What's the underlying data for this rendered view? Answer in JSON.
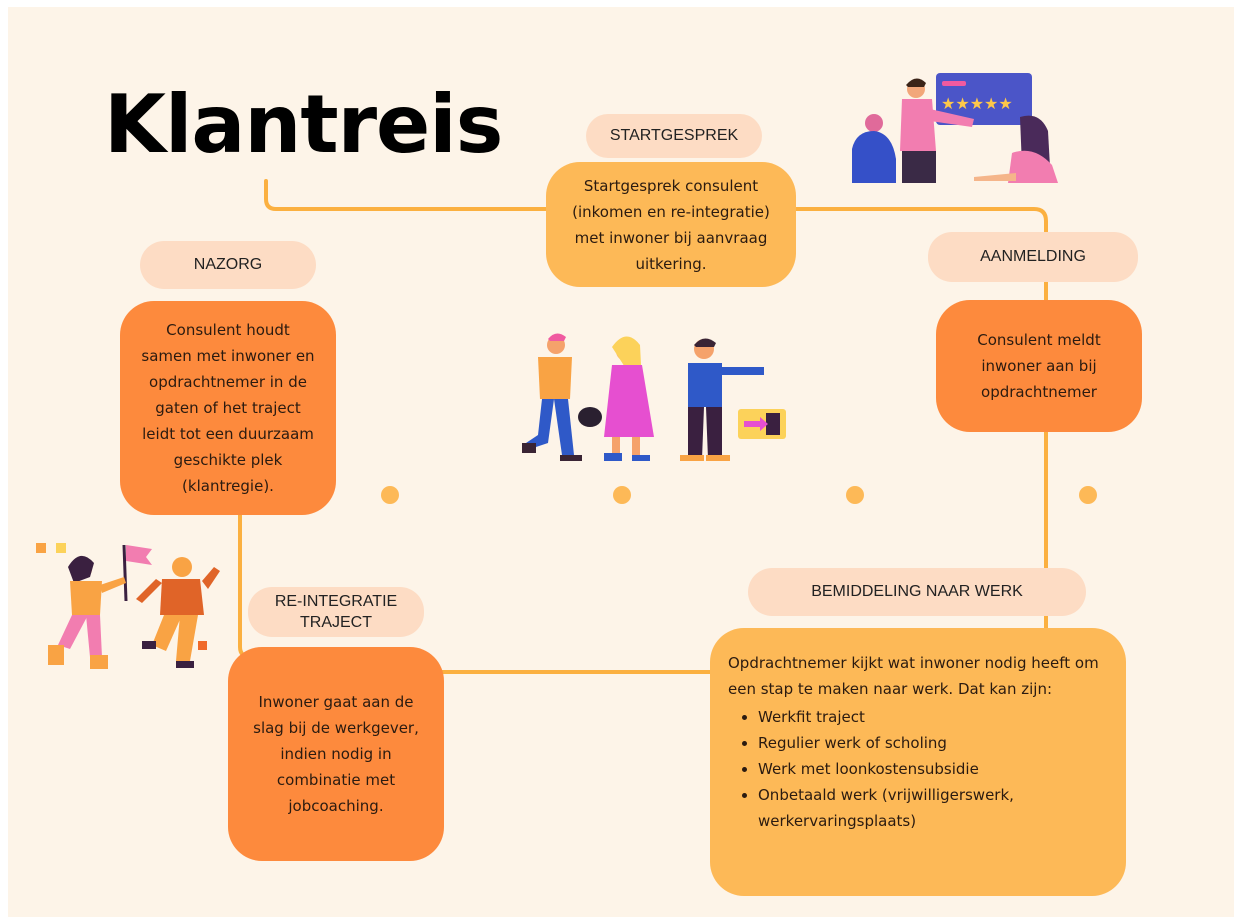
{
  "title": "Klantreis",
  "colors": {
    "background": "#fdf4e8",
    "pill": "#fddcc4",
    "box_light": "#fdb957",
    "box_dark": "#fd8a3d",
    "line": "#fbb040"
  },
  "steps": {
    "startgesprek": {
      "label": "STARTGESPREK",
      "text": "Startgesprek consulent (inkomen en re-integratie) met inwoner bij aanvraag uitkering."
    },
    "aanmelding": {
      "label": "AANMELDING",
      "text": "Consulent meldt inwoner aan bij opdrachtnemer"
    },
    "bemiddeling": {
      "label": "BEMIDDELING NAAR WERK",
      "intro": "Opdrachtnemer kijkt wat inwoner nodig heeft om een stap te maken naar werk. Dat kan zijn:",
      "items": [
        "Werkfit traject",
        "Regulier werk of scholing",
        "Werk met loonkostensubsidie",
        "Onbetaald werk (vrijwilligerswerk, werkervaringsplaats)"
      ]
    },
    "reintegratie": {
      "label": "RE-INTEGRATIE TRAJECT",
      "text": "Inwoner gaat aan de slag bij de werkgever, indien nodig in combinatie met jobcoaching."
    },
    "nazorg": {
      "label": "NAZORG",
      "text": "Consulent houdt samen met inwoner en opdrachtnemer in de gaten of het traject leidt tot een duurzaam geschikte plek (klantregie)."
    },
    "illustrations": [
      "review-meeting-illustration",
      "walking-people-illustration",
      "celebration-illustration"
    ]
  }
}
